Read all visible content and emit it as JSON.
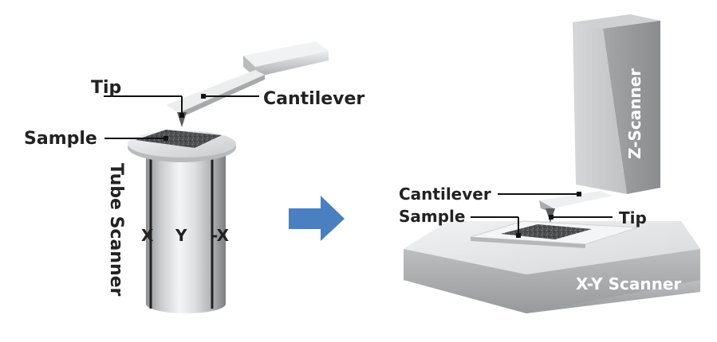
{
  "left_setup": {
    "labels": {
      "tip": "Tip",
      "sample": "Sample",
      "cantilever": "Cantilever",
      "tube_scanner": "Tube Scanner",
      "axis_x": "X",
      "axis_y": "Y",
      "axis_neg_x": "-X"
    }
  },
  "right_setup": {
    "labels": {
      "z_scanner": "Z-Scanner",
      "cantilever": "Cantilever",
      "sample": "Sample",
      "tip": "Tip",
      "xy_scanner": "X-Y Scanner"
    }
  },
  "colors": {
    "arrow": "#4a7fc1",
    "metal_dark": "#8e9092",
    "metal_light": "#f2f3f4",
    "sample": "#4d4e50"
  }
}
